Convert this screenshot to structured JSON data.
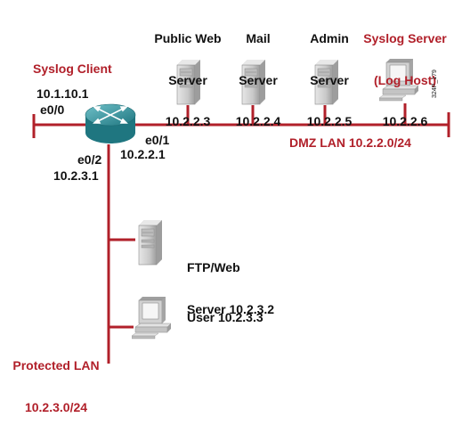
{
  "colors": {
    "network_line": "#b1202a",
    "label_accent": "#b1202a",
    "router_body": "#2f8f9b",
    "router_top": "#7ec9cf",
    "device_gray": "#c7c7c7",
    "device_dark": "#8a8a8a",
    "text": "#111111"
  },
  "icons": {
    "router": "router-icon",
    "server": "server-tower-icon",
    "workstation": "workstation-icon"
  },
  "nodes": {
    "syslog_client": "Syslog Client",
    "router_ip": "10.1.10.1",
    "iface_e0_0": "e0/0",
    "iface_e0_1": "e0/1",
    "iface_e0_1_ip": "10.2.2.1",
    "iface_e0_2": "e0/2",
    "iface_e0_2_ip": "10.2.3.1",
    "public_web": {
      "line1": "Public Web",
      "line2": "Server",
      "line3": "10.2.2.3"
    },
    "mail": {
      "line1": "Mail",
      "line2": "Server",
      "line3": "10.2.2.4"
    },
    "admin": {
      "line1": "Admin",
      "line2": "Server",
      "line3": "10.2.2.5"
    },
    "syslog_server": {
      "line1": "Syslog Server",
      "line2": "(Log Host)",
      "line3": "10.2.2.6"
    },
    "ftp_web": {
      "line1": "FTP/Web",
      "line2": "Server 10.2.3.2"
    },
    "user": "User 10.2.3.3"
  },
  "networks": {
    "dmz": "DMZ LAN 10.2.2.0/24",
    "protected_line1": "Protected LAN",
    "protected_line2": "10.2.3.0/24"
  },
  "figure_id": "324P_179"
}
